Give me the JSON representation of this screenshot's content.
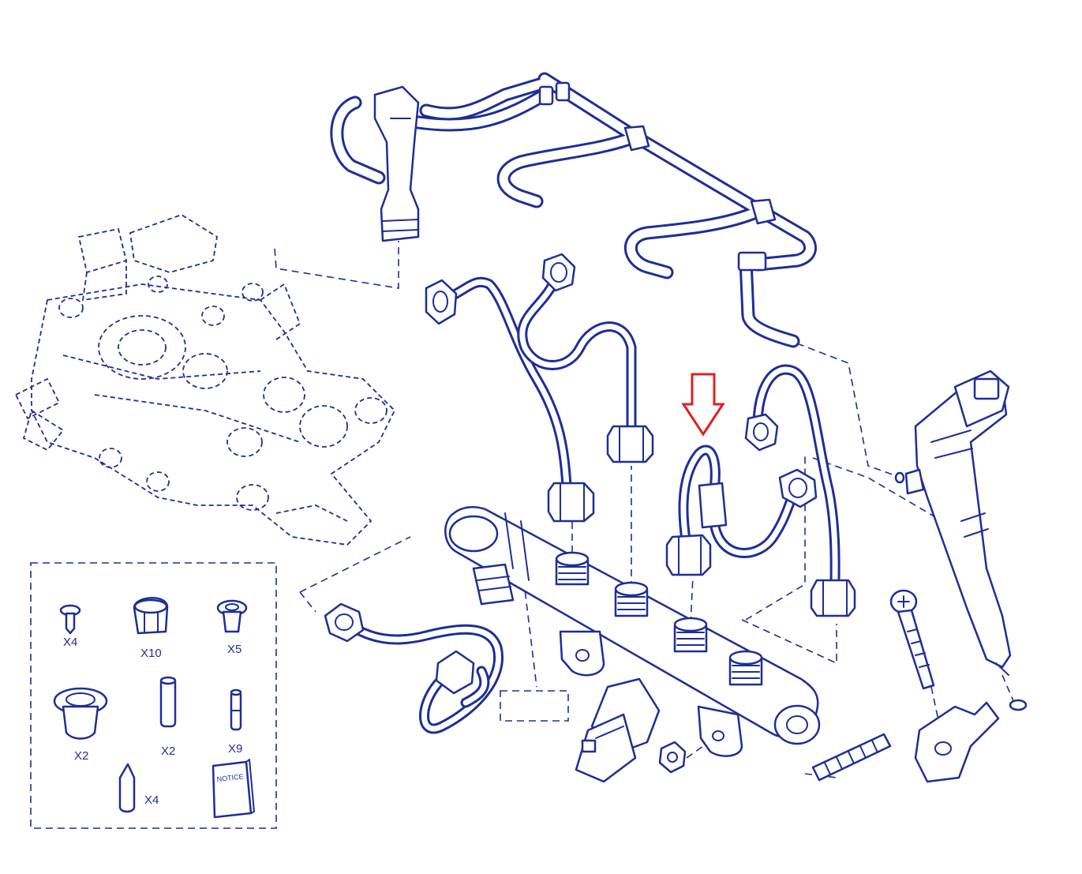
{
  "kit_labels": {
    "screw": "X4",
    "cap": "X10",
    "grommet": "X5",
    "large_grommet": "X2",
    "sleeve": "X2",
    "pin": "X9",
    "cone_tip": "X4"
  },
  "notice_label": "NOTICE",
  "colors": {
    "line": "#1e2e96",
    "highlight_arrow": "#e02020",
    "background": "#ffffff"
  }
}
